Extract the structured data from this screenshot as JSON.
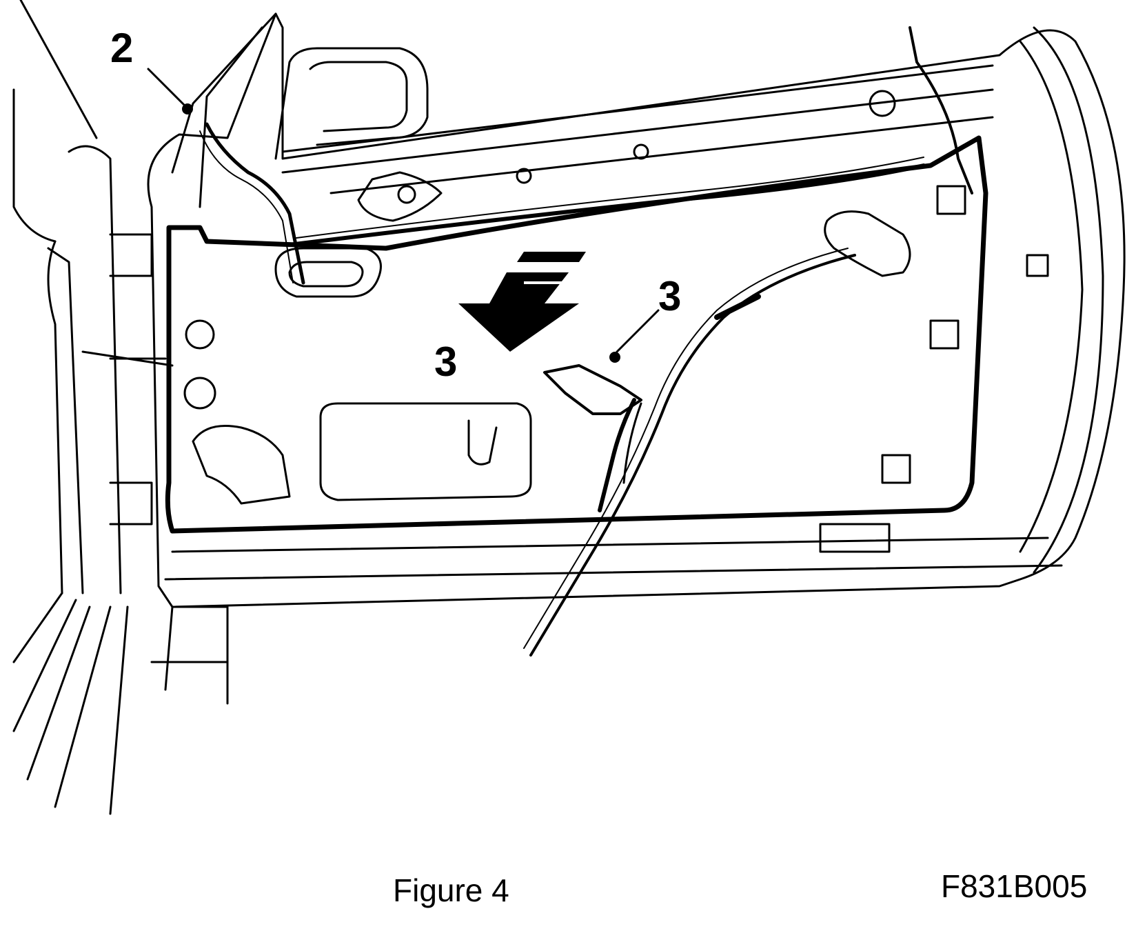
{
  "callouts": {
    "mirror_connector": "2",
    "cable_connector": "3",
    "panel_direction": "3"
  },
  "caption": {
    "figure_title": "Figure 4",
    "figure_code": "F831B005"
  },
  "colors": {
    "line": "#000000",
    "background": "#ffffff"
  }
}
